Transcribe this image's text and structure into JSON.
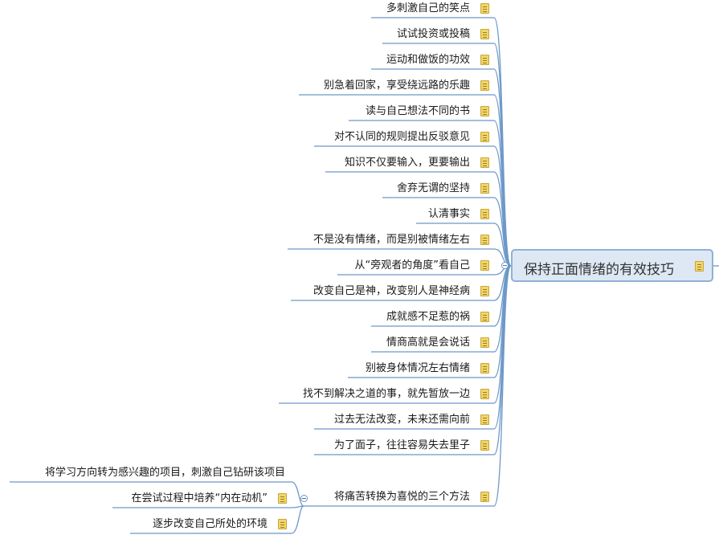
{
  "root": {
    "label": "保持正面情绪的有效技巧",
    "icon": "note-icon"
  },
  "branches": [
    "多刺激自己的笑点",
    "试试投资或投稿",
    "运动和做饭的功效",
    "别急着回家，享受绕远路的乐趣",
    "读与自己想法不同的书",
    "对不认同的规则提出反驳意见",
    "知识不仅要输入，更要输出",
    "舍弃无谓的坚持",
    "认清事实",
    "不是没有情绪，而是别被情绪左右",
    "从“旁观者的角度”看自己",
    "改变自己是神，改变别人是神经病",
    "成就感不足惹的祸",
    "情商高就是会说话",
    "别被身体情况左右情绪",
    "找不到解决之道的事，就先暂放一边",
    "过去无法改变，未来还需向前",
    "为了面子，往往容易失去里子",
    "将痛苦转换为喜悦的三个方法"
  ],
  "sub_branches": [
    {
      "label": "将学习方向转为感兴趣的项目，刺激自己钻研该项目",
      "note": false
    },
    {
      "label": "在尝试过程中培养“内在动机”",
      "note": true
    },
    {
      "label": "逐步改变自己所处的环境",
      "note": true
    }
  ],
  "colors": {
    "line": "#6d98c8",
    "root_fill": "#dde8f4",
    "root_border": "#8fb1d7",
    "note": "#f2d56b"
  }
}
